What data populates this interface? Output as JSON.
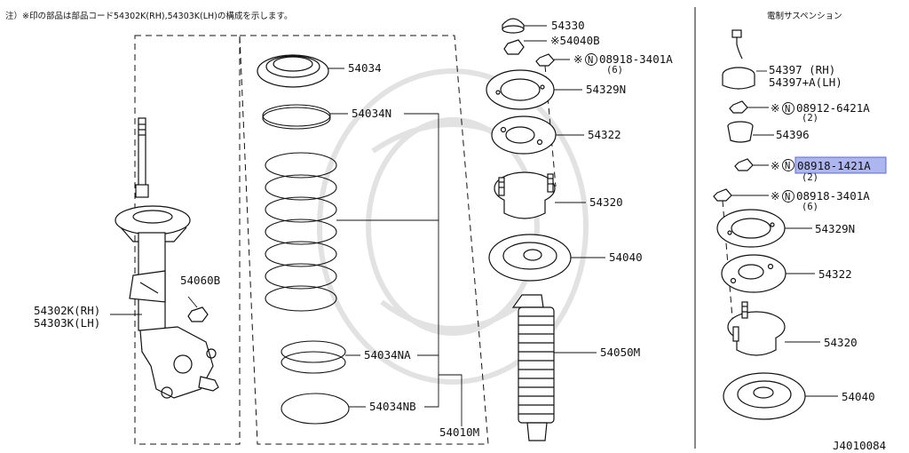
{
  "header": {
    "note": "注）※印の部品は部品コード54302K(RH),54303K(LH)の構成を示します。",
    "side_title": "電制サスペンション"
  },
  "footer": {
    "diagram_code": "J4010084"
  },
  "highlight": {
    "color": "#aeb6f0",
    "border": "#5f6ccc"
  },
  "labels": {
    "strut": {
      "line1": "54302K(RH)",
      "line2": "54303K(LH)"
    },
    "nut_54060B": "54060B",
    "seat_54034": "54034",
    "spring_54034N": "54034N",
    "spring_54034NA": "54034NA",
    "spring_54034NB": "54034NB",
    "kit_54010M": "54010M",
    "cap_54330": "54330",
    "nut_54040B": "※54040B",
    "bolt_center": {
      "prefix": "※",
      "badge": "N",
      "code": "08918-3401A",
      "qty": "(6)"
    },
    "plate_54329N": "54329N",
    "insulator_54322": "54322",
    "mount_54320": "54320",
    "bearing_54040": "54040",
    "bellows_54050M": "54050M",
    "actuator_54397": {
      "line1": "54397  (RH)",
      "line2": "54397+A(LH)"
    },
    "nut_08912": {
      "prefix": "※",
      "badge": "N",
      "code": "08912-6421A",
      "qty": "(2)"
    },
    "cup_54396": "54396",
    "nut_08918_1421A": {
      "prefix": "※",
      "badge": "N",
      "code": "08918-1421A",
      "qty": "(2)"
    },
    "nut_08918_3401A_r": {
      "prefix": "※",
      "badge": "N",
      "code": "08918-3401A",
      "qty": "(6)"
    },
    "plate_54329N_r": "54329N",
    "insulator_54322_r": "54322",
    "mount_54320_r": "54320",
    "bearing_54040_r": "54040"
  }
}
